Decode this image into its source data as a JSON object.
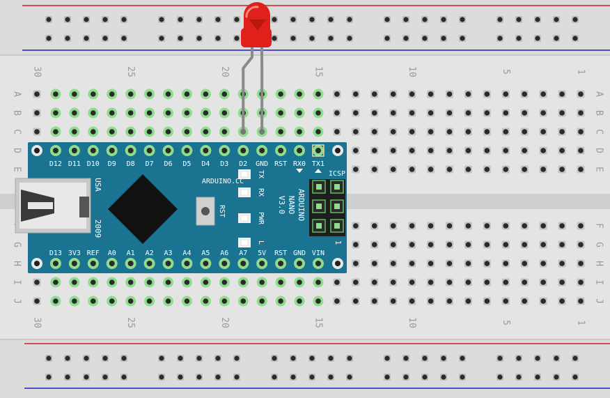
{
  "breadboard": {
    "row_letters": [
      "A",
      "B",
      "C",
      "D",
      "E",
      "F",
      "G",
      "H",
      "I",
      "J"
    ],
    "column_numbers": [
      "30",
      "25",
      "20",
      "15",
      "10",
      "5",
      "1"
    ],
    "rail_colors": {
      "positive": "#cc2222",
      "negative": "#2222bb"
    }
  },
  "arduino": {
    "board_name": "ARDUINO",
    "model": "NANO",
    "version": "V3.0",
    "site": "ARDUINO.CC",
    "origin": "USA",
    "year": "2009",
    "reset_label": "RST",
    "icsp_label": "ICSP",
    "icsp_pin1": "1",
    "top_pins": [
      "D12",
      "D11",
      "D10",
      "D9",
      "D8",
      "D7",
      "D6",
      "D5",
      "D4",
      "D3",
      "D2",
      "GND",
      "RST",
      "RX0",
      "TX1"
    ],
    "bottom_pins": [
      "D13",
      "3V3",
      "REF",
      "A0",
      "A1",
      "A2",
      "A3",
      "A4",
      "A5",
      "A6",
      "A7",
      "5V",
      "RST",
      "GND",
      "VIN"
    ],
    "leds": [
      "TX",
      "RX",
      "PWR",
      "L"
    ],
    "board_color": "#1a7390"
  },
  "led": {
    "color": "#e0201a"
  }
}
